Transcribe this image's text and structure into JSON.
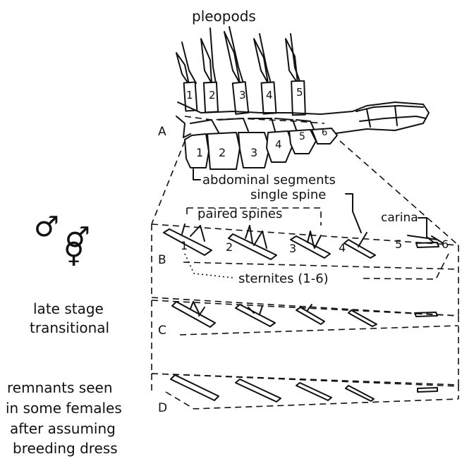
{
  "top": {
    "pleopods": "pleopods"
  },
  "pleopod_numbers": [
    "1",
    "2",
    "3",
    "4",
    "5"
  ],
  "segment_numbers": [
    "1",
    "2",
    "3",
    "4",
    "5",
    "6"
  ],
  "panel_letters": [
    "A",
    "B",
    "C",
    "D"
  ],
  "annotations": {
    "abdominal_segments": "abdominal segments",
    "single_spine": "single spine",
    "paired_spines": "paired spines",
    "carina": "carina",
    "sternites": "sternites (1-6)"
  },
  "sternite_numbers": [
    "1",
    "2",
    "3",
    "4",
    "5",
    "6"
  ],
  "left_text": {
    "male_symbol": "♂",
    "female_symbol": "♀",
    "stage_line1": "late stage",
    "stage_line2": "transitional",
    "remnants_line1": "remnants seen",
    "remnants_line2": "in some females",
    "remnants_line3": "after assuming",
    "remnants_line4": "breeding dress"
  }
}
